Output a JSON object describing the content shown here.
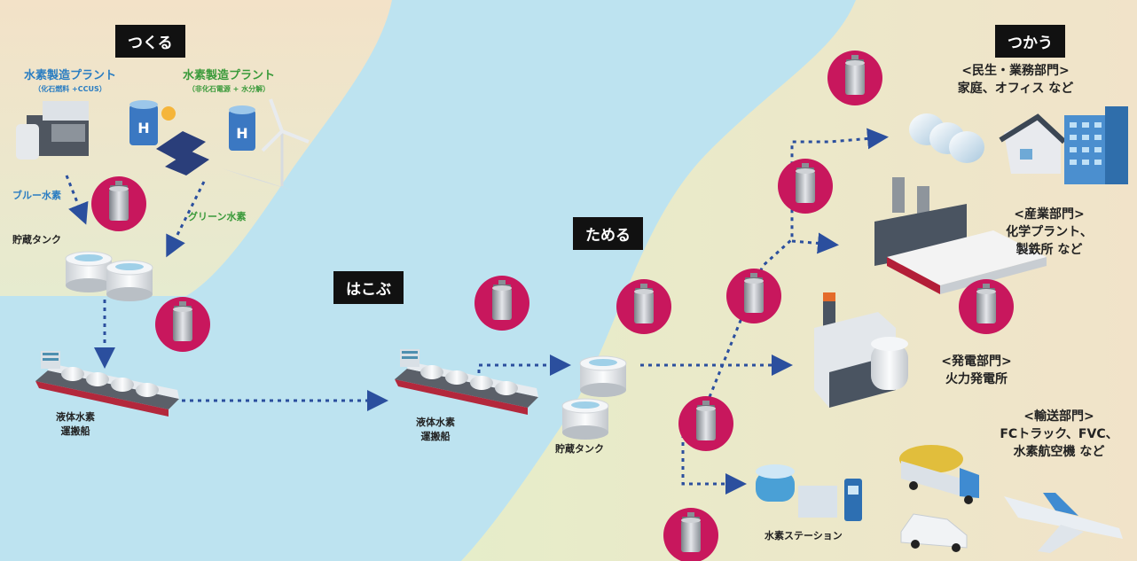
{
  "steps": {
    "make": "つくる",
    "carry": "はこぶ",
    "store": "ためる",
    "use": "つかう"
  },
  "production": {
    "plant_fossil_title": "水素製造プラント",
    "plant_fossil_sub": "（化石燃料 +CCUS）",
    "plant_renewable_title": "水素製造プラント",
    "plant_renewable_sub": "（非化石電源 + 水分解）",
    "blue_hydrogen": "ブルー水素",
    "green_hydrogen": "グリーン水素",
    "storage_tank": "貯蔵タンク"
  },
  "transport": {
    "ship1_line1": "液体水素",
    "ship1_line2": "運搬船",
    "ship2_line1": "液体水素",
    "ship2_line2": "運搬船"
  },
  "storage": {
    "storage_tank": "貯蔵タンク",
    "h2_station": "水素ステーション"
  },
  "sectors": {
    "residential_title": "<民生・業務部門>",
    "residential_desc": "家庭、オフィス など",
    "industrial_title": "<産業部門>",
    "industrial_desc1": "化学プラント、",
    "industrial_desc2": "製鉄所 など",
    "power_title": "<発電部門>",
    "power_desc": "火力発電所",
    "transport_title": "<輸送部門>",
    "transport_desc1": "FCトラック、FVC、",
    "transport_desc2": "水素航空機 など"
  },
  "icons": {
    "product_pin": "valve-pin-icon",
    "h2_mark": "H"
  },
  "colors": {
    "sea": "#bde3f0",
    "land_left": "#e8ead0",
    "land_right": "#e5ecc9",
    "top_band": "#f2e3cc",
    "pin": "#c8175d",
    "arrow": "#2b4f9e",
    "tag_bg": "#111111"
  }
}
